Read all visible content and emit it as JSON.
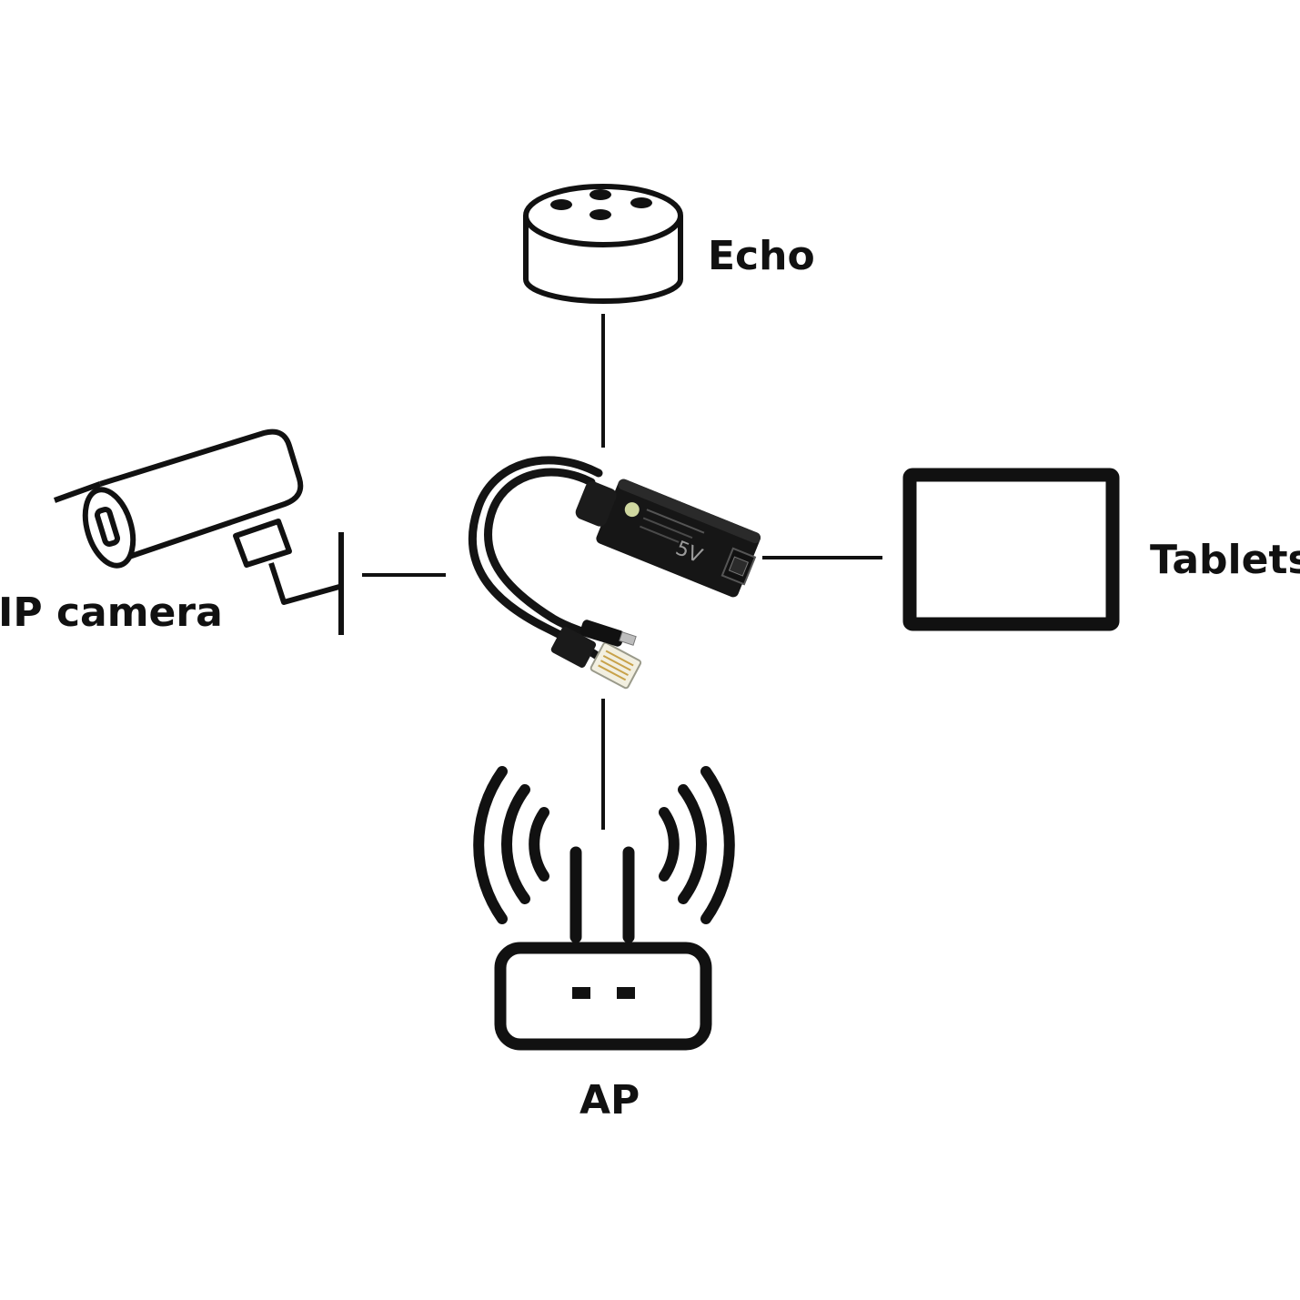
{
  "labels": {
    "echo": "Echo",
    "tablets": "Tablets",
    "ip_camera": "IP camera",
    "ap": "AP"
  },
  "center_device": {
    "kind": "poe-splitter",
    "icon": "poe-splitter-icon",
    "printed_mark": "5V"
  },
  "nodes": [
    {
      "id": "echo",
      "icon": "smart-speaker-icon",
      "label_key": "echo"
    },
    {
      "id": "tablets",
      "icon": "tablet-icon",
      "label_key": "tablets"
    },
    {
      "id": "ip_camera",
      "icon": "security-camera-icon",
      "label_key": "ip_camera"
    },
    {
      "id": "ap",
      "icon": "wifi-router-icon",
      "label_key": "ap"
    }
  ],
  "colors": {
    "line": "#111111",
    "device_body": "#161616",
    "background": "#ffffff"
  }
}
